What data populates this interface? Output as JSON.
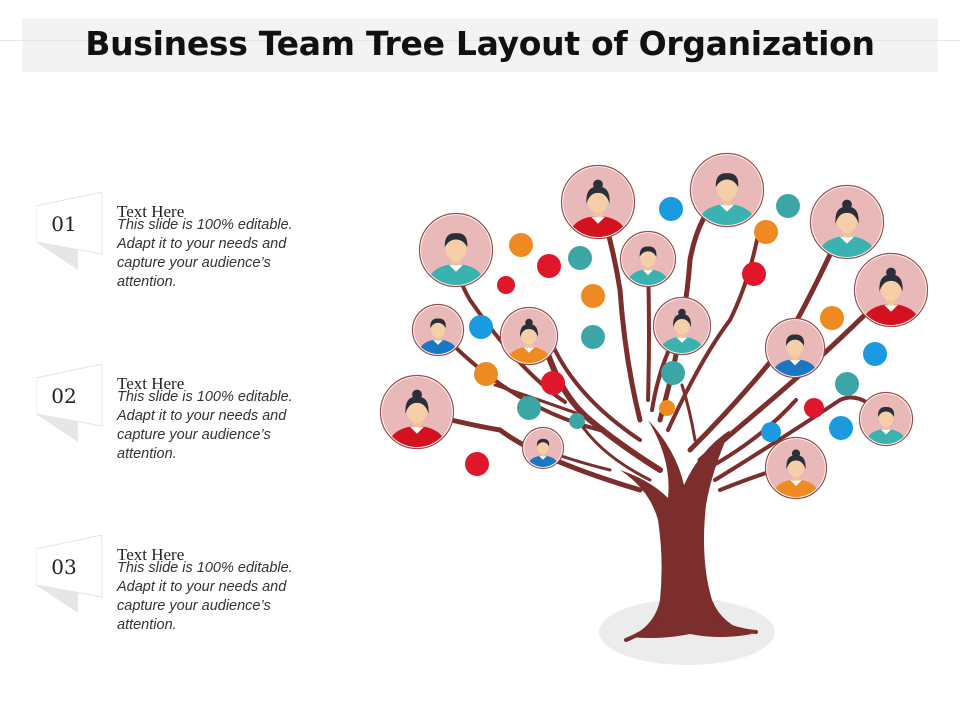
{
  "title": "Business Team Tree Layout of Organization",
  "items": [
    {
      "number": "01",
      "heading": "Text Here",
      "body": "This slide is 100% editable. Adapt it to your needs and capture your audience’s attention."
    },
    {
      "number": "02",
      "heading": "Text Here",
      "body": "This slide is 100% editable. Adapt it to your needs and capture your audience’s attention."
    },
    {
      "number": "03",
      "heading": "Text Here",
      "body": "This slide is 100% editable. Adapt it to your needs and capture your audience’s attention."
    }
  ],
  "colors": {
    "trunk": "#7b2e2b",
    "red": "#e0172a",
    "orange": "#ef8a22",
    "teal": "#3ca6a6",
    "blue": "#1b9ae0",
    "avatar_bg": "#e9b8b8",
    "shadow": "#ececec"
  }
}
